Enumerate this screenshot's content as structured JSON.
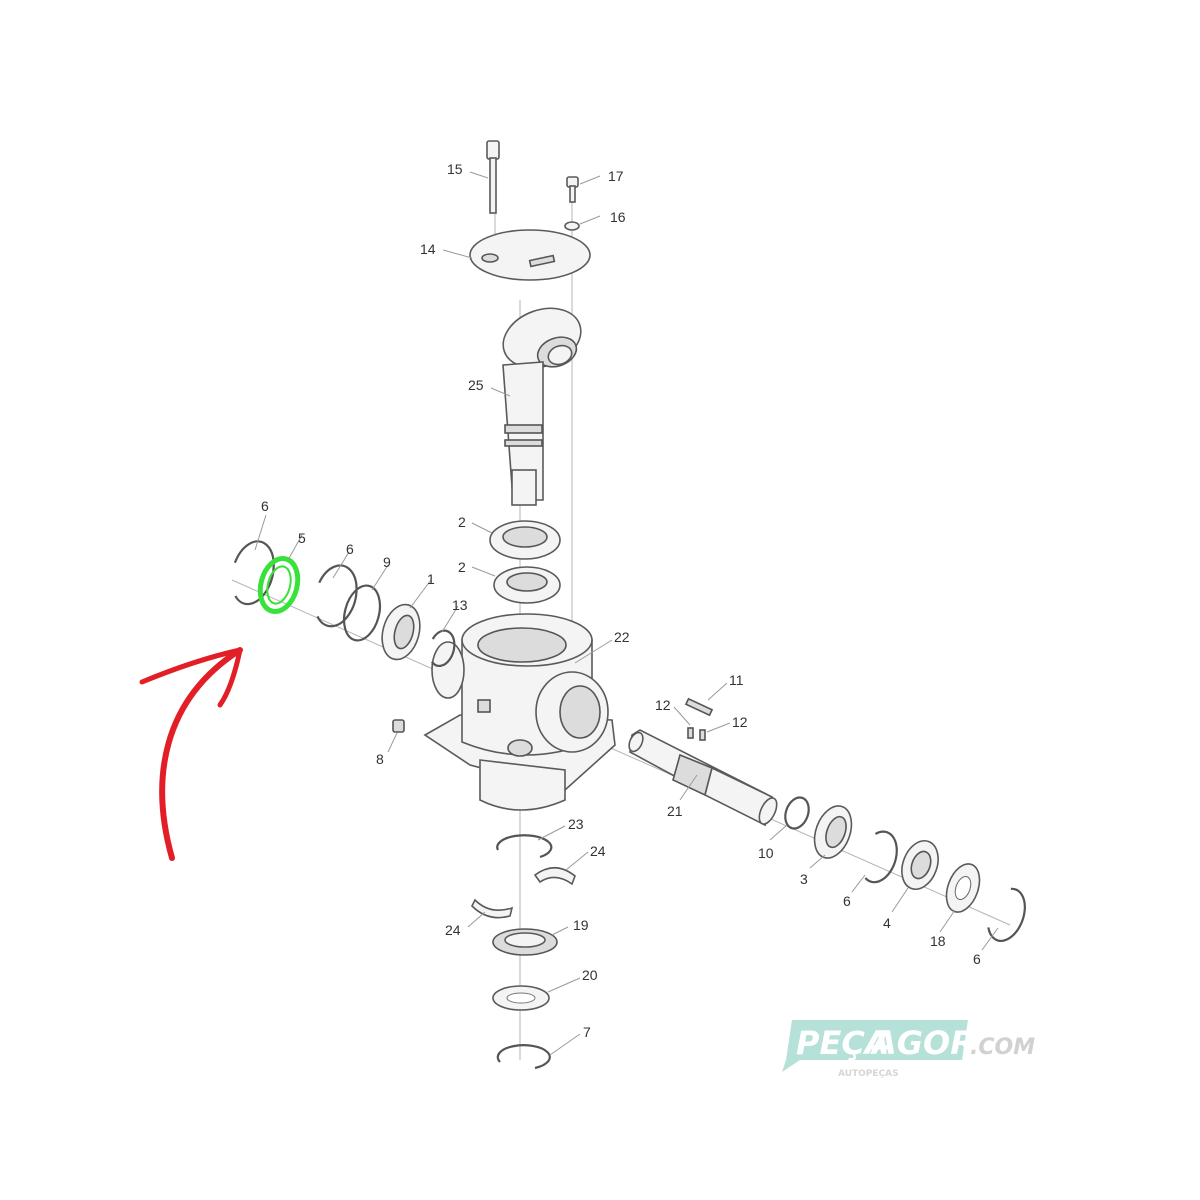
{
  "diagram": {
    "labels": {
      "p1": "1",
      "p2a": "2",
      "p2b": "2",
      "p3": "3",
      "p4": "4",
      "p5": "5",
      "p6a": "6",
      "p6b": "6",
      "p6c": "6",
      "p6d": "6",
      "p7": "7",
      "p8": "8",
      "p9": "9",
      "p10": "10",
      "p11": "11",
      "p12a": "12",
      "p12b": "12",
      "p13": "13",
      "p14": "14",
      "p15": "15",
      "p16": "16",
      "p17": "17",
      "p18": "18",
      "p19": "19",
      "p20": "20",
      "p21": "21",
      "p22": "22",
      "p23": "23",
      "p24a": "24",
      "p24b": "24",
      "p25": "25"
    },
    "highlight_part": "5",
    "colors": {
      "highlight": "#39e23a",
      "arrow": "#e21f26",
      "watermark_box": "#a9dcd2",
      "watermark_text": "#c9c9c9"
    }
  },
  "watermark": {
    "brand_left": "PEÇA",
    "brand_right": "AGORA",
    "suffix": ".COM",
    "tagline": "AUTOPEÇAS"
  }
}
